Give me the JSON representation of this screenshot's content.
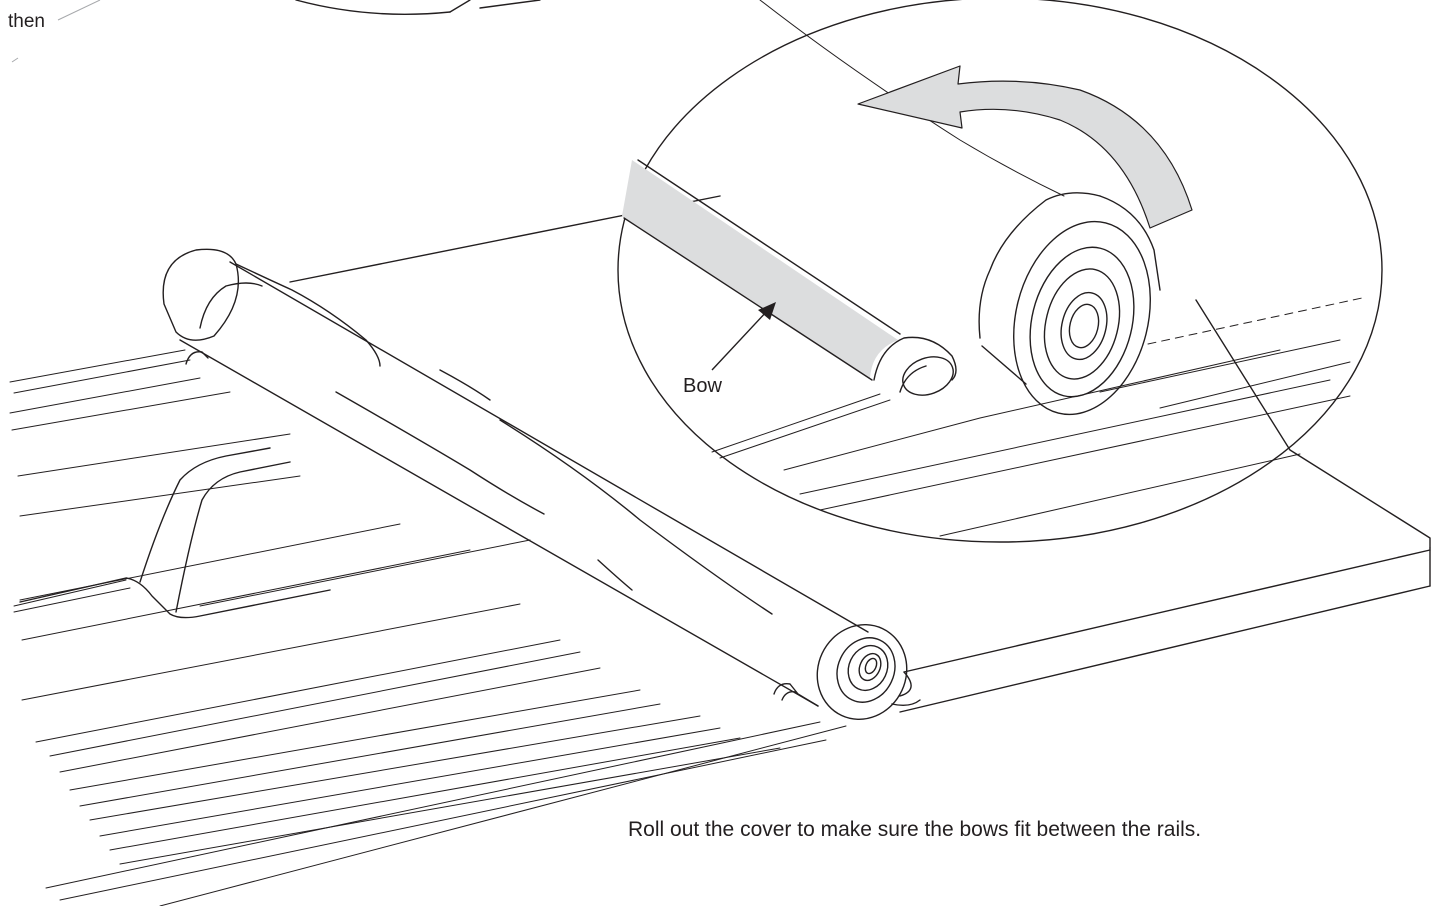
{
  "labels": {
    "then": "then",
    "bow": "Bow",
    "caption": "Roll out the cover to make sure the bows fit between the rails."
  },
  "colors": {
    "line": "#231f20",
    "shade": "#dcddde",
    "background": "#ffffff"
  }
}
